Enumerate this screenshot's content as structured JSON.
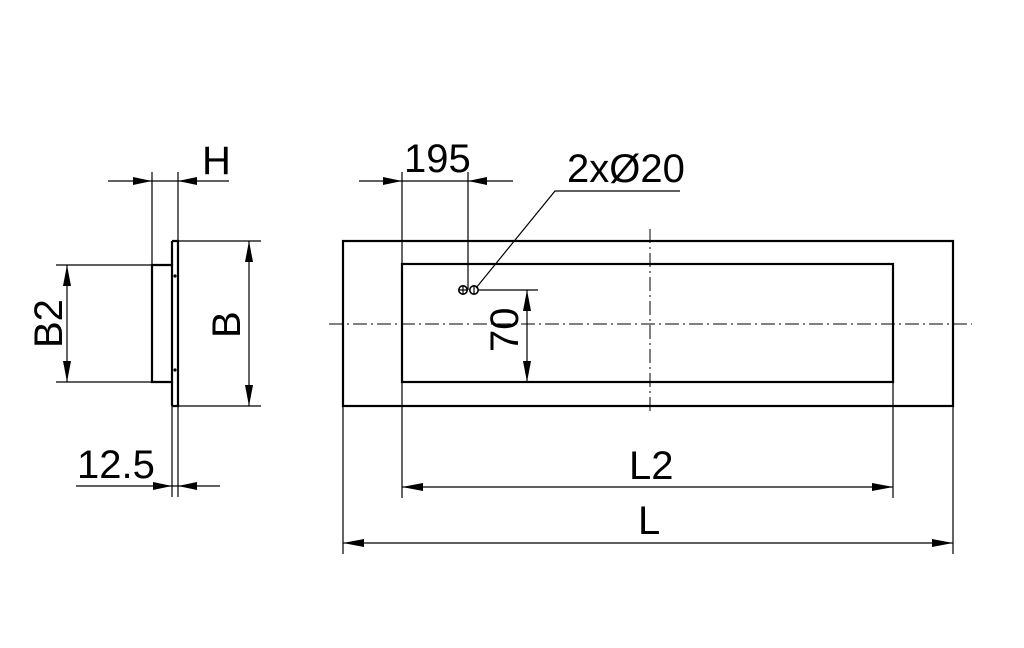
{
  "drawing": {
    "title": "Rectangular frame / plate technical drawing",
    "side_view": {
      "labels": {
        "height": "H",
        "outer_width": "B",
        "inner_width": "B2",
        "flange": "12.5"
      }
    },
    "front_view": {
      "labels": {
        "hole_offset": "195",
        "holes": "2xØ20",
        "hole_height": "70",
        "inner_length": "L2",
        "outer_length": "L"
      }
    },
    "colors": {
      "line": "#000000",
      "background": "#ffffff"
    }
  }
}
